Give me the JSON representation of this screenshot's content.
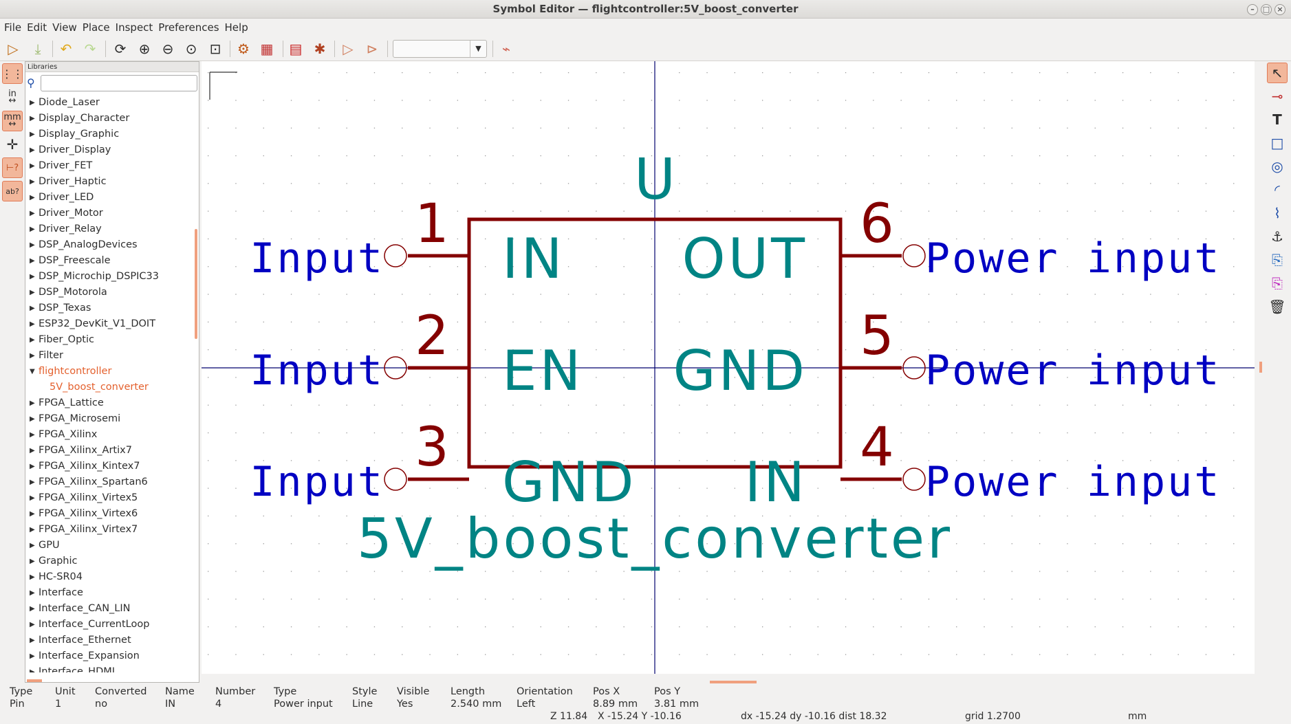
{
  "window": {
    "title": "Symbol Editor — flightcontroller:5V_boost_converter"
  },
  "menu": [
    "File",
    "Edit",
    "View",
    "Place",
    "Inspect",
    "Preferences",
    "Help"
  ],
  "left_toolbar": {
    "inch_label": "in",
    "mm_label": "mm"
  },
  "library": {
    "header": "Libraries",
    "search_placeholder": "",
    "items": [
      {
        "label": "Diode_Laser"
      },
      {
        "label": "Display_Character"
      },
      {
        "label": "Display_Graphic"
      },
      {
        "label": "Driver_Display"
      },
      {
        "label": "Driver_FET"
      },
      {
        "label": "Driver_Haptic"
      },
      {
        "label": "Driver_LED"
      },
      {
        "label": "Driver_Motor"
      },
      {
        "label": "Driver_Relay"
      },
      {
        "label": "DSP_AnalogDevices"
      },
      {
        "label": "DSP_Freescale"
      },
      {
        "label": "DSP_Microchip_DSPIC33"
      },
      {
        "label": "DSP_Motorola"
      },
      {
        "label": "DSP_Texas"
      },
      {
        "label": "ESP32_DevKit_V1_DOIT"
      },
      {
        "label": "Fiber_Optic"
      },
      {
        "label": "Filter"
      },
      {
        "label": "flightcontroller",
        "expanded": true,
        "selected": true
      },
      {
        "label": "5V_boost_converter",
        "child": true
      },
      {
        "label": "FPGA_Lattice"
      },
      {
        "label": "FPGA_Microsemi"
      },
      {
        "label": "FPGA_Xilinx"
      },
      {
        "label": "FPGA_Xilinx_Artix7"
      },
      {
        "label": "FPGA_Xilinx_Kintex7"
      },
      {
        "label": "FPGA_Xilinx_Spartan6"
      },
      {
        "label": "FPGA_Xilinx_Virtex5"
      },
      {
        "label": "FPGA_Xilinx_Virtex6"
      },
      {
        "label": "FPGA_Xilinx_Virtex7"
      },
      {
        "label": "GPU"
      },
      {
        "label": "Graphic"
      },
      {
        "label": "HC-SR04"
      },
      {
        "label": "Interface"
      },
      {
        "label": "Interface_CAN_LIN"
      },
      {
        "label": "Interface_CurrentLoop"
      },
      {
        "label": "Interface_Ethernet"
      },
      {
        "label": "Interface_Expansion"
      },
      {
        "label": "Interface_HDMI"
      }
    ]
  },
  "symbol": {
    "reference": "U",
    "value": "5V_boost_converter",
    "pins": [
      {
        "number": "1",
        "name": "IN",
        "type": "Input"
      },
      {
        "number": "2",
        "name": "EN",
        "type": "Input"
      },
      {
        "number": "3",
        "name": "GND",
        "type": "Input"
      },
      {
        "number": "6",
        "name": "OUT",
        "type": "Power input"
      },
      {
        "number": "5",
        "name": "GND",
        "type": "Power input"
      },
      {
        "number": "4",
        "name": "IN",
        "type": "Power input"
      }
    ],
    "colors": {
      "body": "#840000",
      "pin_name": "#008484",
      "pin_type": "#0000c2",
      "axis": "#00006e"
    }
  },
  "status": {
    "fields": [
      {
        "label": "Type",
        "value": "Pin"
      },
      {
        "label": "Unit",
        "value": "1"
      },
      {
        "label": "Converted",
        "value": "no"
      },
      {
        "label": "Name",
        "value": "IN"
      },
      {
        "label": "Number",
        "value": "4"
      },
      {
        "label": "Type",
        "value": "Power input"
      },
      {
        "label": "Style",
        "value": "Line"
      },
      {
        "label": "Visible",
        "value": "Yes"
      },
      {
        "label": "Length",
        "value": "2.540 mm"
      },
      {
        "label": "Orientation",
        "value": "Left"
      },
      {
        "label": "Pos X",
        "value": "8.89 mm"
      },
      {
        "label": "Pos Y",
        "value": "3.81 mm"
      }
    ],
    "zoom": "Z 11.84",
    "cursor": "X -15.24  Y -10.16",
    "delta": "dx -15.24  dy -10.16  dist 18.32",
    "grid": "grid 1.2700",
    "units": "mm"
  }
}
